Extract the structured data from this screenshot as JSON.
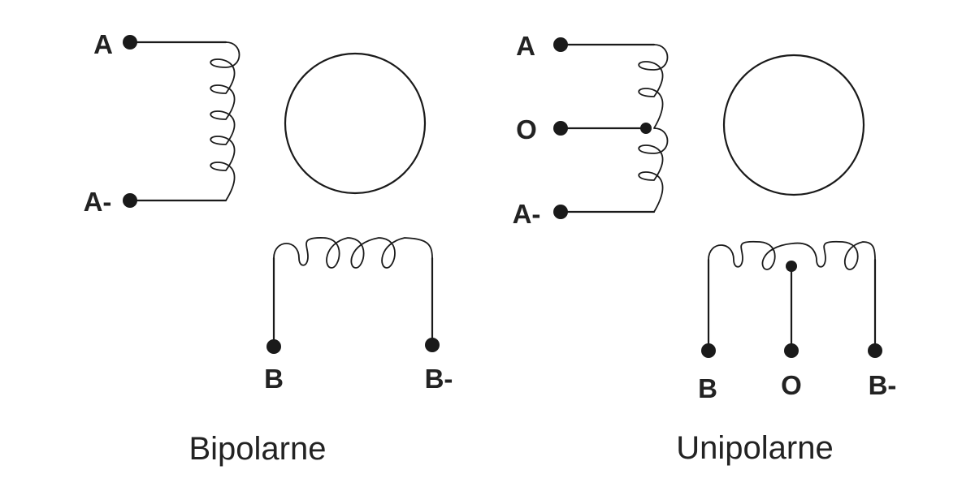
{
  "bipolar": {
    "title": "Bipolarne",
    "labels": {
      "a": "A",
      "a_neg": "A-",
      "b": "B",
      "b_neg": "B-"
    }
  },
  "unipolar": {
    "title": "Unipolarne",
    "labels": {
      "a": "A",
      "center_a": "O",
      "a_neg": "A-",
      "b": "B",
      "center_b": "O",
      "b_neg": "B-"
    }
  },
  "colors": {
    "line": "#1a1a1a",
    "text": "#222222",
    "background": "#ffffff"
  }
}
